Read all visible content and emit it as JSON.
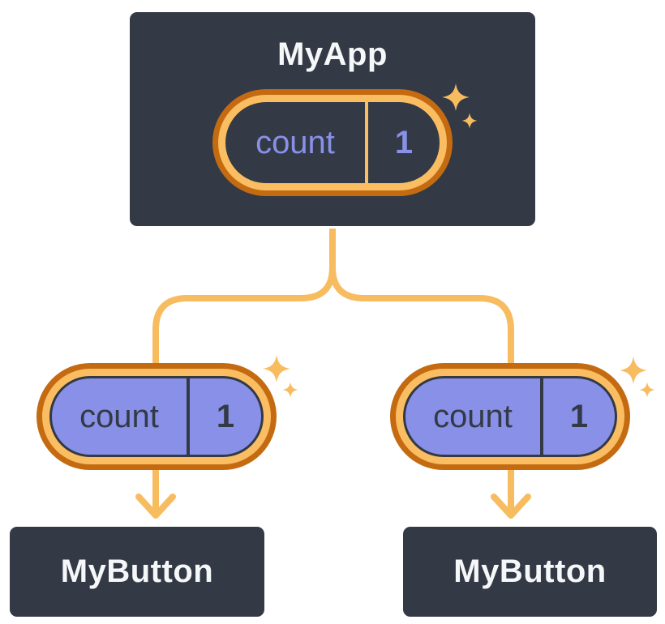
{
  "tree": {
    "root": {
      "label": "MyApp",
      "state": {
        "name": "count",
        "value": "1"
      }
    },
    "children": [
      {
        "label": "MyButton",
        "state": {
          "name": "count",
          "value": "1"
        }
      },
      {
        "label": "MyButton",
        "state": {
          "name": "count",
          "value": "1"
        }
      }
    ]
  },
  "icons": {
    "sparkle": "four-point-star"
  },
  "colors": {
    "card_background": "#333a45",
    "card_border": "#ffffff",
    "card_text": "#f6f7f9",
    "pill_ring_dark_orange": "#c46b12",
    "pill_ring_light_orange": "#fabd62",
    "connector_orange": "#f8bc60",
    "state_purple": "#8990e8",
    "state_text_dark": "#333a45"
  }
}
